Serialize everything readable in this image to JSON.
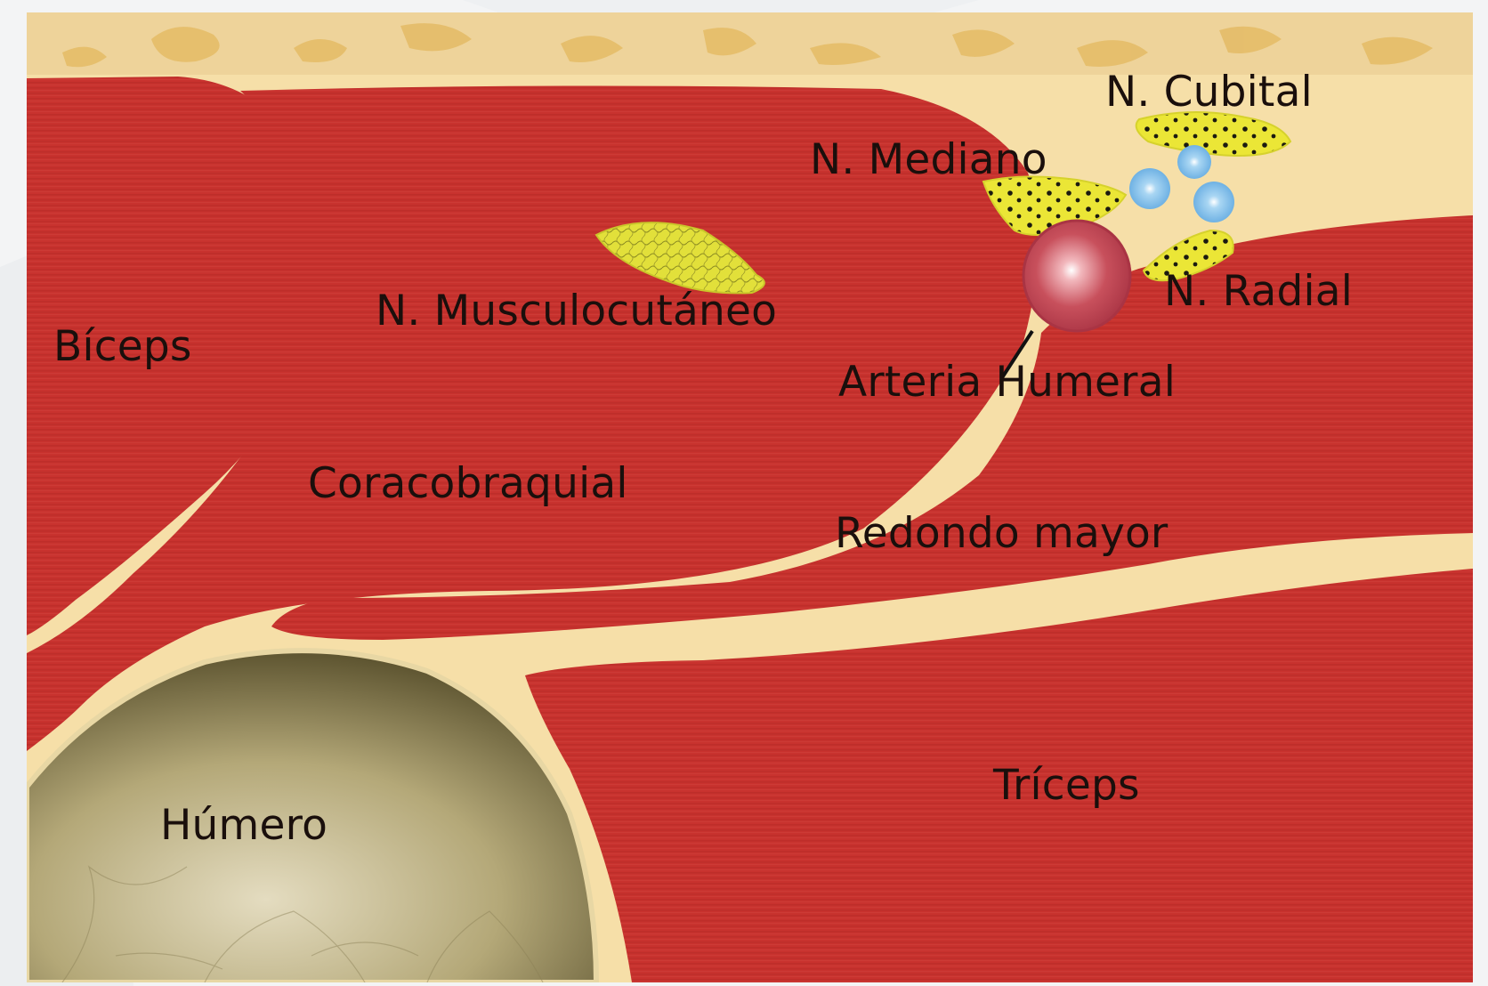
{
  "colors": {
    "muscle": "#c8322e",
    "fascia": "#f6dfa8",
    "fat_top": "#edd7a2",
    "nerve": "#e8e53a",
    "vein": "#6fb3e6",
    "artery": "#bd3e4e",
    "bone": "#b9ad80",
    "label_text": "#1a0f0c"
  },
  "labels": {
    "cubital": "N. Cubital",
    "mediano": "N. Mediano",
    "radial": "N. Radial",
    "musculocutaneo": "N. Musculocutáneo",
    "arteria_humeral": "Arteria Humeral",
    "biceps": "Bíceps",
    "coracobraquial": "Coracobraquial",
    "redondo_mayor": "Redondo mayor",
    "triceps": "Tríceps",
    "humero": "Húmero"
  }
}
